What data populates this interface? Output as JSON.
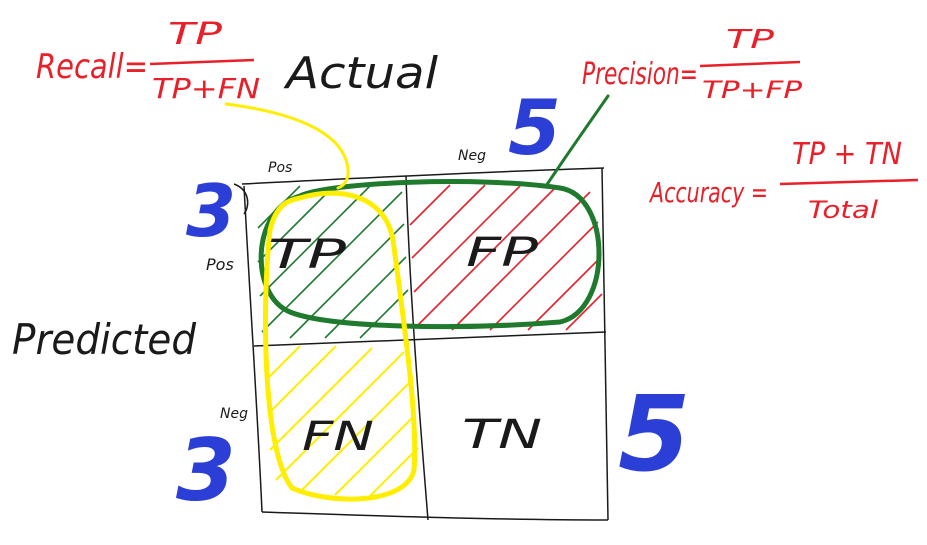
{
  "formulas": {
    "recall": {
      "label": "Recall=",
      "numerator": "TP",
      "denominator": "TP+FN"
    },
    "precision": {
      "label": "Precision=",
      "numerator": "TP",
      "denominator": "TP+FP"
    },
    "accuracy": {
      "label": "Accuracy =",
      "numerator": "TP + TN",
      "denominator": "Total"
    }
  },
  "axes": {
    "actual": "Actual",
    "predicted": "Predicted",
    "actual_pos": "Pos",
    "actual_neg": "Neg",
    "predicted_pos": "Pos",
    "predicted_neg": "Neg"
  },
  "cells": {
    "tp": "TP",
    "fp": "FP",
    "fn": "FN",
    "tn": "TN"
  },
  "counts": {
    "left_top": "3",
    "left_bottom": "3",
    "top_right": "5",
    "right": "5"
  },
  "colors": {
    "formula": "#e8202a",
    "ink": "#1a1a1a",
    "counts": "#2b3fd6",
    "precision_loop": "#1f7a2e",
    "recall_loop": "#ffee00",
    "tp_hatch": "#1f7a2e",
    "fp_hatch": "#e8202a",
    "fn_hatch": "#ffee00"
  }
}
